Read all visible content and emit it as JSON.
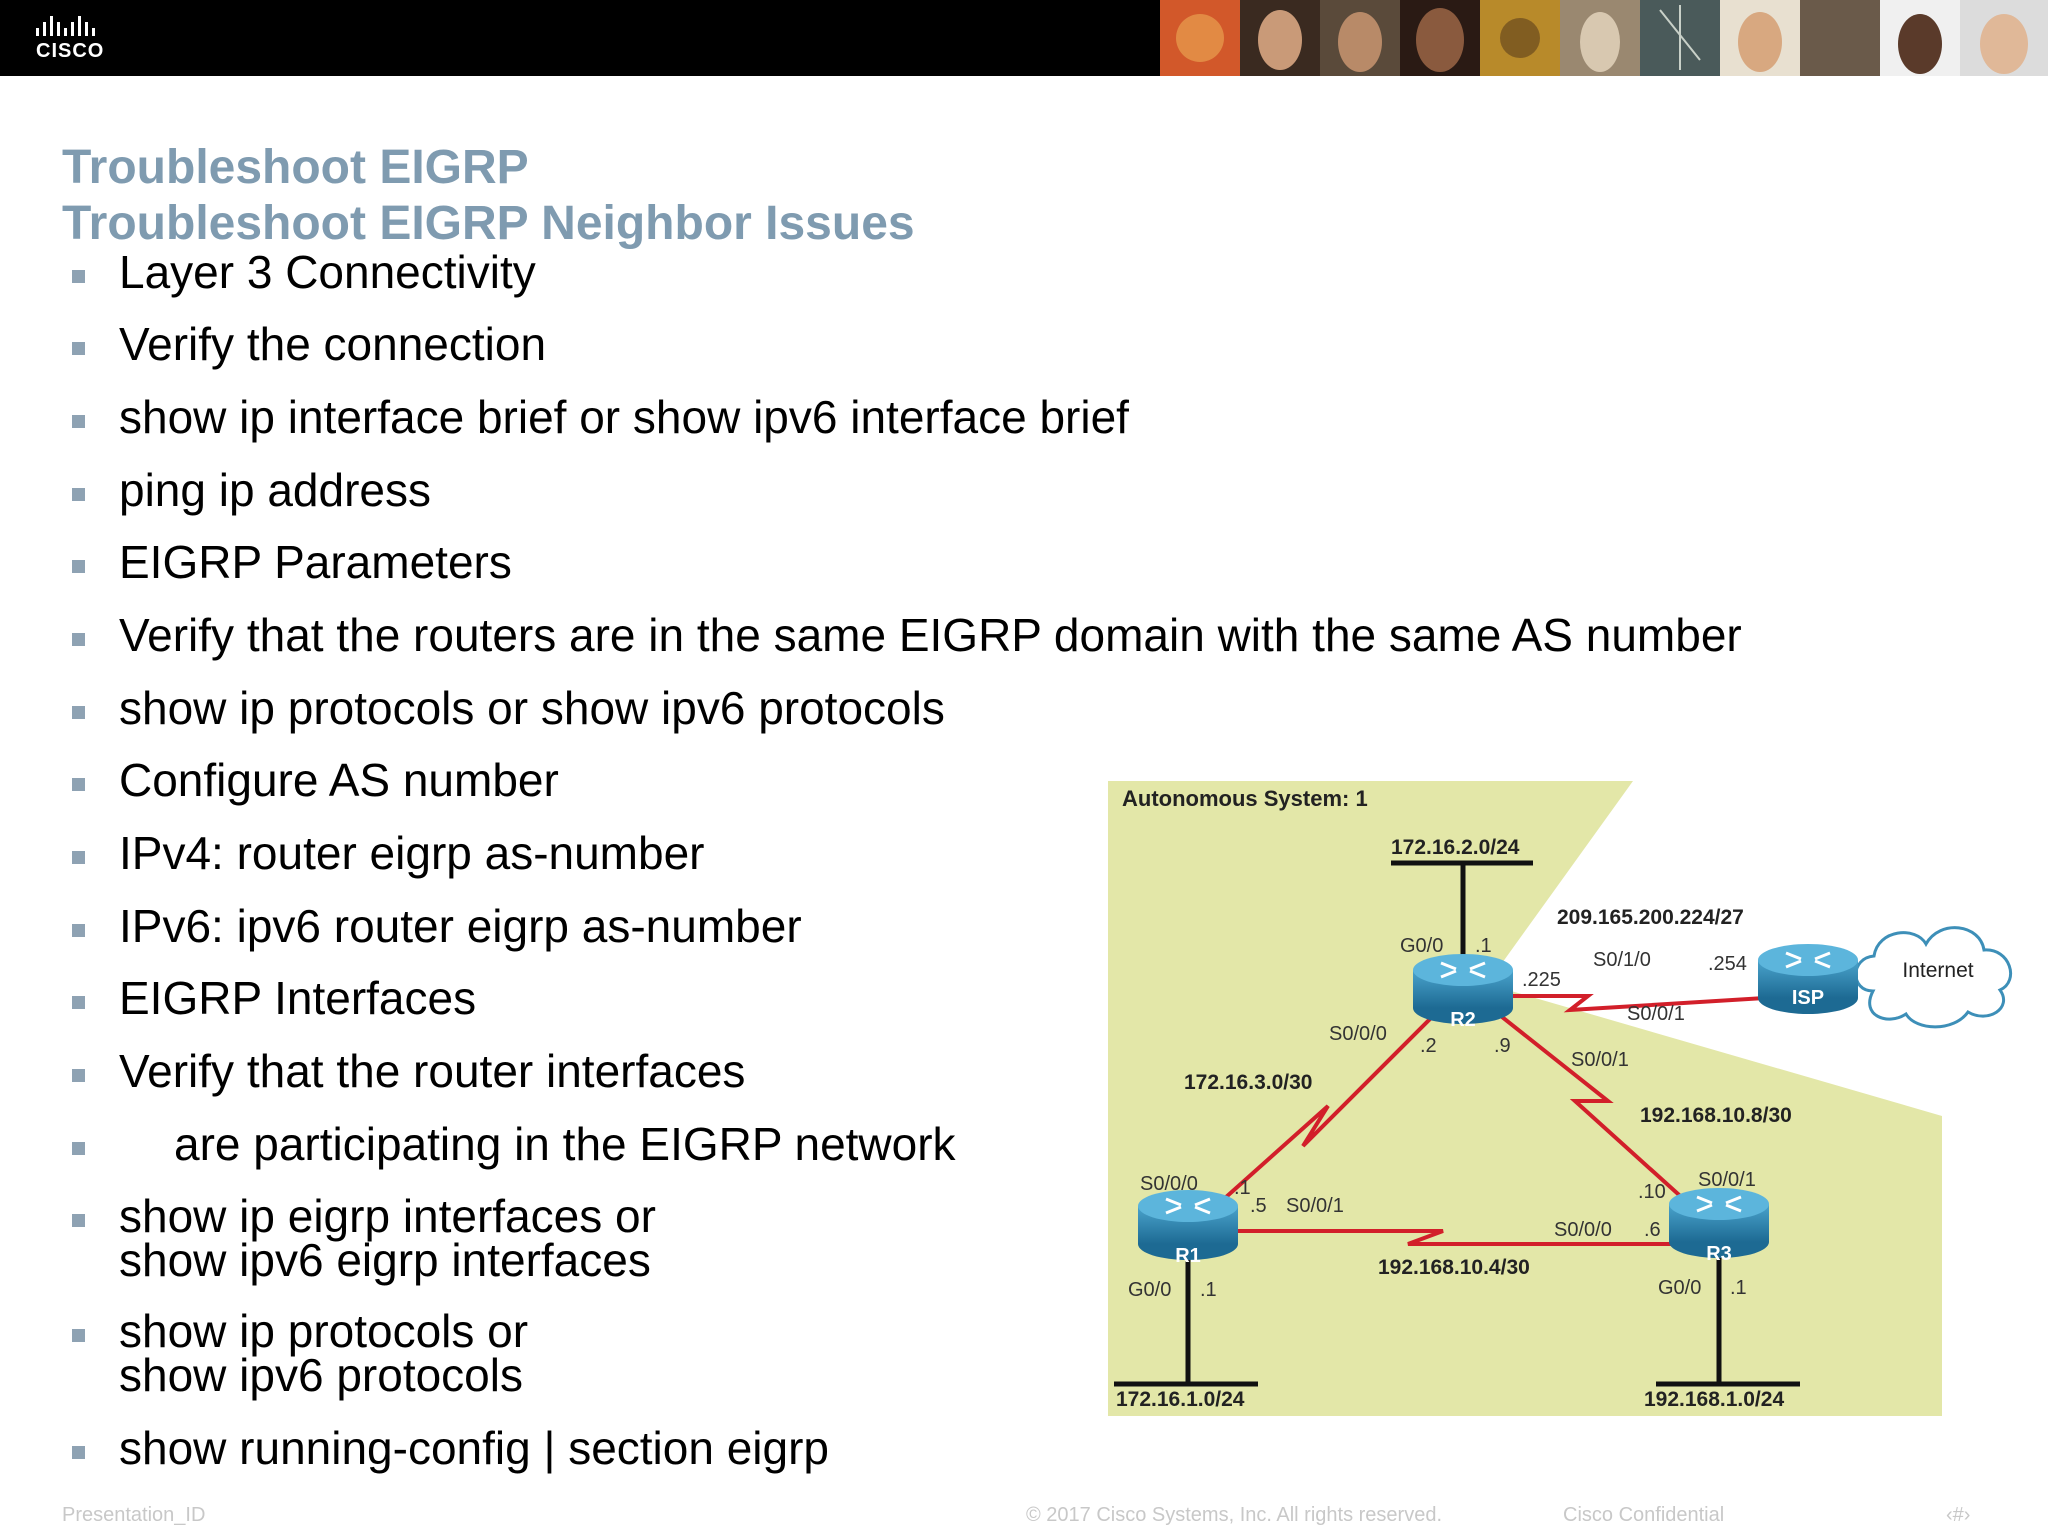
{
  "brand": {
    "logo_text": "CISCO"
  },
  "title": {
    "line1": "Troubleshoot EIGRP",
    "line2": "Troubleshoot EIGRP Neighbor Issues"
  },
  "bullets": [
    {
      "lines": [
        "Layer 3 Connectivity"
      ]
    },
    {
      "lines": [
        "Verify the connection"
      ]
    },
    {
      "lines": [
        "show ip interface brief or show ipv6 interface brief"
      ]
    },
    {
      "lines": [
        "ping ip address"
      ]
    },
    {
      "lines": [
        "EIGRP Parameters"
      ]
    },
    {
      "lines": [
        "Verify that the routers are in the same EIGRP domain with the same AS number"
      ]
    },
    {
      "lines": [
        "show ip protocols or show ipv6 protocols"
      ]
    },
    {
      "lines": [
        "Configure AS number"
      ]
    },
    {
      "lines": [
        "IPv4: router eigrp as-number"
      ]
    },
    {
      "lines": [
        "IPv6: ipv6 router eigrp as-number"
      ]
    },
    {
      "lines": [
        "EIGRP Interfaces"
      ]
    },
    {
      "lines": [
        "Verify that the router interfaces"
      ]
    },
    {
      "lines": [
        "are participating in the EIGRP network"
      ]
    },
    {
      "lines": [
        "show ip eigrp interfaces or",
        "show ipv6 eigrp interfaces"
      ]
    },
    {
      "lines": [
        "show ip protocols or",
        "show ipv6 protocols"
      ]
    },
    {
      "lines": [
        "show running-config | section eigrp"
      ]
    }
  ],
  "diagram": {
    "as_label": "Autonomous System: 1",
    "networks": {
      "r2_lan": "172.16.2.0/24",
      "isp_link": "209.165.200.224/27",
      "r1_r2": "172.16.3.0/30",
      "r2_r3": "192.168.10.8/30",
      "r1_r3": "192.168.10.4/30",
      "r1_lan": "172.16.1.0/24",
      "r3_lan": "192.168.1.0/24"
    },
    "routers": {
      "r1": "R1",
      "r2": "R2",
      "r3": "R3",
      "isp": "ISP"
    },
    "cloud": "Internet",
    "interfaces": {
      "r2_g00": "G0/0",
      "r2_g00_ip": ".1",
      "r2_s010_ip": ".225",
      "isp_s010": "S0/1/0",
      "isp_ip": ".254",
      "r2_s001_isp": "S0/0/1",
      "r2_s000": "S0/0/0",
      "r2_s000_ip": ".2",
      "r2_s001_ip": ".9",
      "r2_s001": "S0/0/1",
      "r1_s000": "S0/0/0",
      "r1_s000_ip": ".1",
      "r1_s001_ip": ".5",
      "r1_s001": "S0/0/1",
      "r1_g00": "G0/0",
      "r1_g00_ip": ".1",
      "r3_s000": "S0/0/0",
      "r3_s000_ip": ".6",
      "r3_s001": "S0/0/1",
      "r3_s001_ip": ".10",
      "r3_g00": "G0/0",
      "r3_g00_ip": ".1"
    }
  },
  "footer": {
    "left": "Presentation_ID",
    "center": "© 2017 Cisco Systems, Inc. All rights reserved.",
    "right": "Cisco Confidential",
    "page": "‹#›"
  },
  "colors": {
    "title": "#7f9bb0",
    "bullet_marker": "#8ea2b3",
    "as_area": "#e3e7a8",
    "serial_link": "#d21f2a",
    "router": "#2a7fa8"
  }
}
